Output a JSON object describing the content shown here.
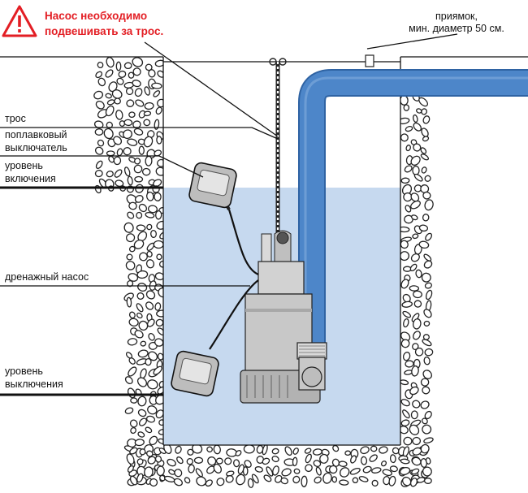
{
  "warning": {
    "line1": "Насос необходимо",
    "line2": "подвешивать за трос.",
    "color": "#e31e24"
  },
  "labels": {
    "pit_line1": "приямок,",
    "pit_line2": "мин.  диаметр 50 см.",
    "rope": "трос",
    "float_line1": "поплавковый",
    "float_line2": "выключатель",
    "on_level_line1": "уровень",
    "on_level_line2": "включения",
    "pump": "дренажный  насос",
    "off_level_line1": "уровень",
    "off_level_line2": "выключения"
  },
  "colors": {
    "water": "#c6d9ef",
    "hose": "#4d86c9",
    "hose_dark": "#2f63a3",
    "pump_body": "#c8c8c8",
    "float_body": "#bdbdbd"
  },
  "icons": [
    "warning-triangle-icon"
  ]
}
